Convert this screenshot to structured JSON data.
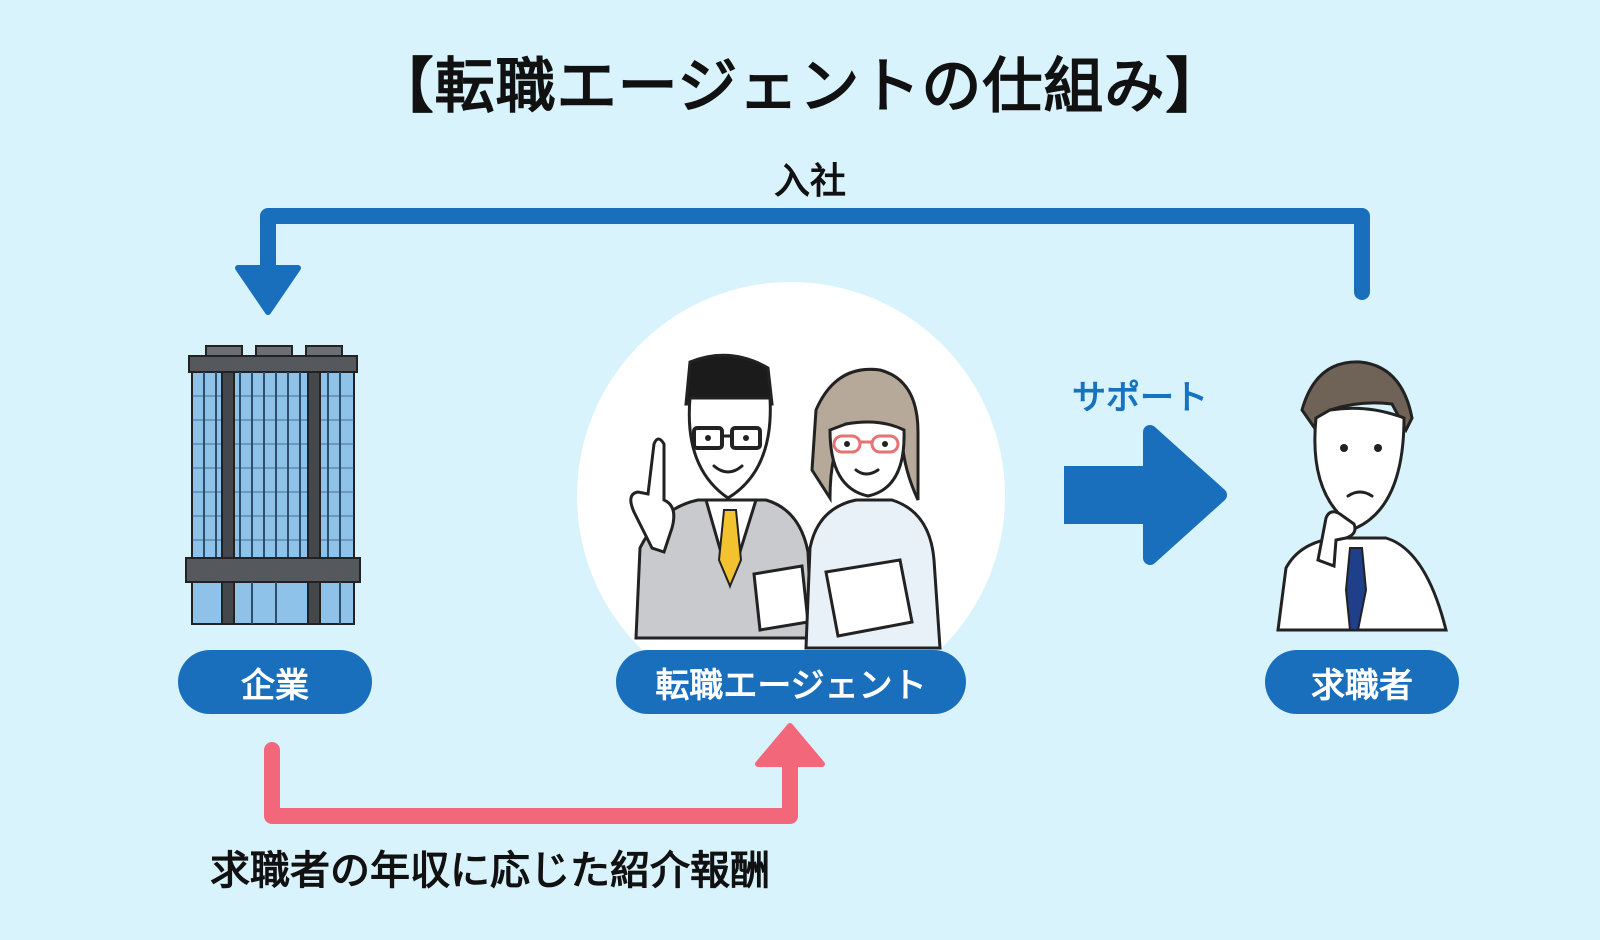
{
  "title": "【転職エージェントの仕組み】",
  "nodes": {
    "company": "企業",
    "agent": "転職エージェント",
    "seeker": "求職者"
  },
  "flows": {
    "join": "入社",
    "support": "サポート",
    "fee": "求職者の年収に応じた紹介報酬"
  },
  "colors": {
    "background": "#d9f3fc",
    "primary_blue": "#1a6fbd",
    "pink": "#f2687a",
    "text": "#111111"
  }
}
